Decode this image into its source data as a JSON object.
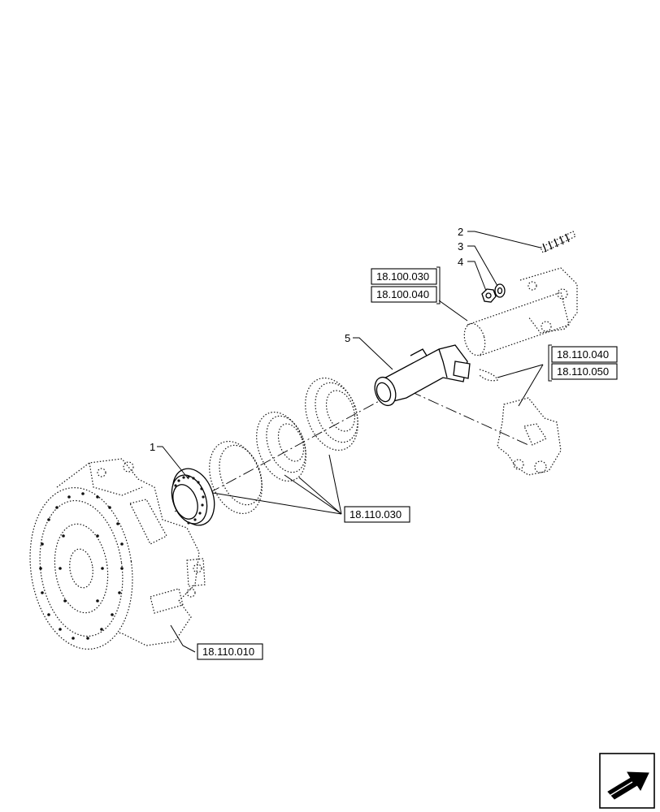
{
  "callouts": {
    "item1": "1",
    "item2": "2",
    "item3": "3",
    "item4": "4",
    "item5": "5"
  },
  "references": {
    "ref_18_100_030": "18.100.030",
    "ref_18_100_040": "18.100.040",
    "ref_18_110_040": "18.110.040",
    "ref_18_110_050": "18.110.050",
    "ref_18_110_030": "18.110.030",
    "ref_18_110_010": "18.110.010"
  },
  "icons": {
    "navigation": "previous-page-arrow-icon"
  }
}
